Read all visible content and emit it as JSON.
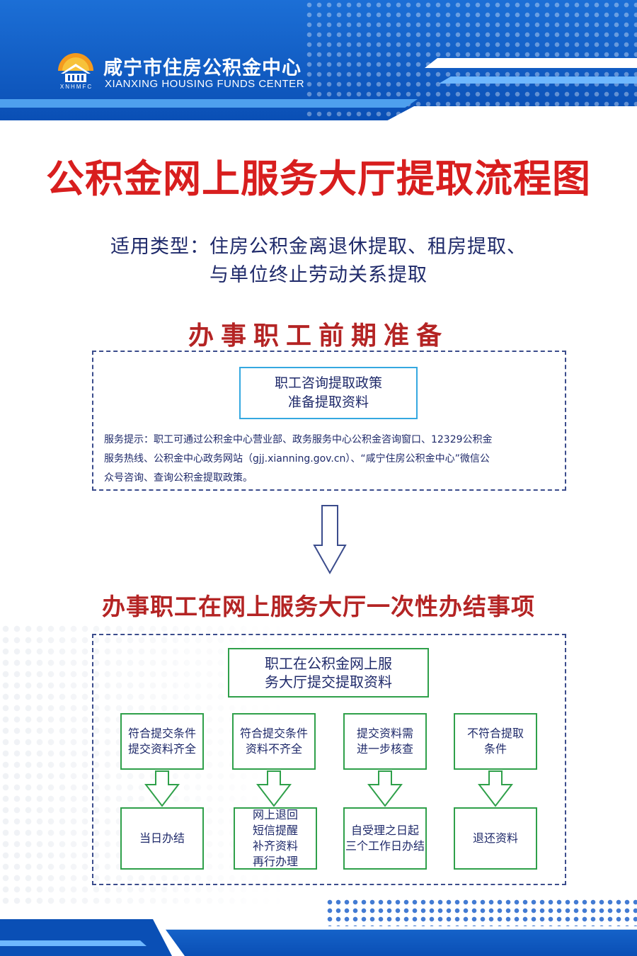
{
  "header": {
    "org_name_cn": "咸宁市住房公积金中心",
    "org_name_en": "XIANXING HOUSING FUNDS CENTER",
    "logo_abbr": "XNHMFC"
  },
  "title": "公积金网上服务大厅提取流程图",
  "subtitle": {
    "line1": "适用类型：住房公积金离退休提取、租房提取、",
    "line2": "与单位终止劳动关系提取"
  },
  "section1": {
    "heading": "办事职工前期准备",
    "box_line1": "职工咨询提取政策",
    "box_line2": "准备提取资料",
    "tip_line1": "服务提示：职工可通过公积金中心营业部、政务服务中心公积金咨询窗口、12329公积金",
    "tip_line2": "服务热线、公积金中心政务网站（gjj.xianning.gov.cn）、“咸宁住房公积金中心”微信公",
    "tip_line3": "众号咨询、查询公积金提取政策。"
  },
  "section2": {
    "heading": "办事职工在网上服务大厅一次性办结事项",
    "top_line1": "职工在公积金网上服",
    "top_line2": "务大厅提交提取资料",
    "cases": [
      {
        "cond": [
          "符合提交条件",
          "提交资料齐全"
        ],
        "result": [
          "当日办结"
        ]
      },
      {
        "cond": [
          "符合提交条件",
          "资料不齐全"
        ],
        "result": [
          "网上退回",
          "短信提醒",
          "补齐资料",
          "再行办理"
        ]
      },
      {
        "cond": [
          "提交资料需",
          "进一步核查"
        ],
        "result": [
          "自受理之日起",
          "三个工作日办结"
        ]
      },
      {
        "cond": [
          "不符合提取",
          "条件"
        ],
        "result": [
          "退还资料"
        ]
      }
    ]
  },
  "colors": {
    "brand_blue": "#0a4fb5",
    "title_red": "#d81e1e",
    "heading_red": "#b42424",
    "box_blue": "#35a8e0",
    "box_green": "#2fa04a",
    "text_navy": "#1f2a6a"
  }
}
